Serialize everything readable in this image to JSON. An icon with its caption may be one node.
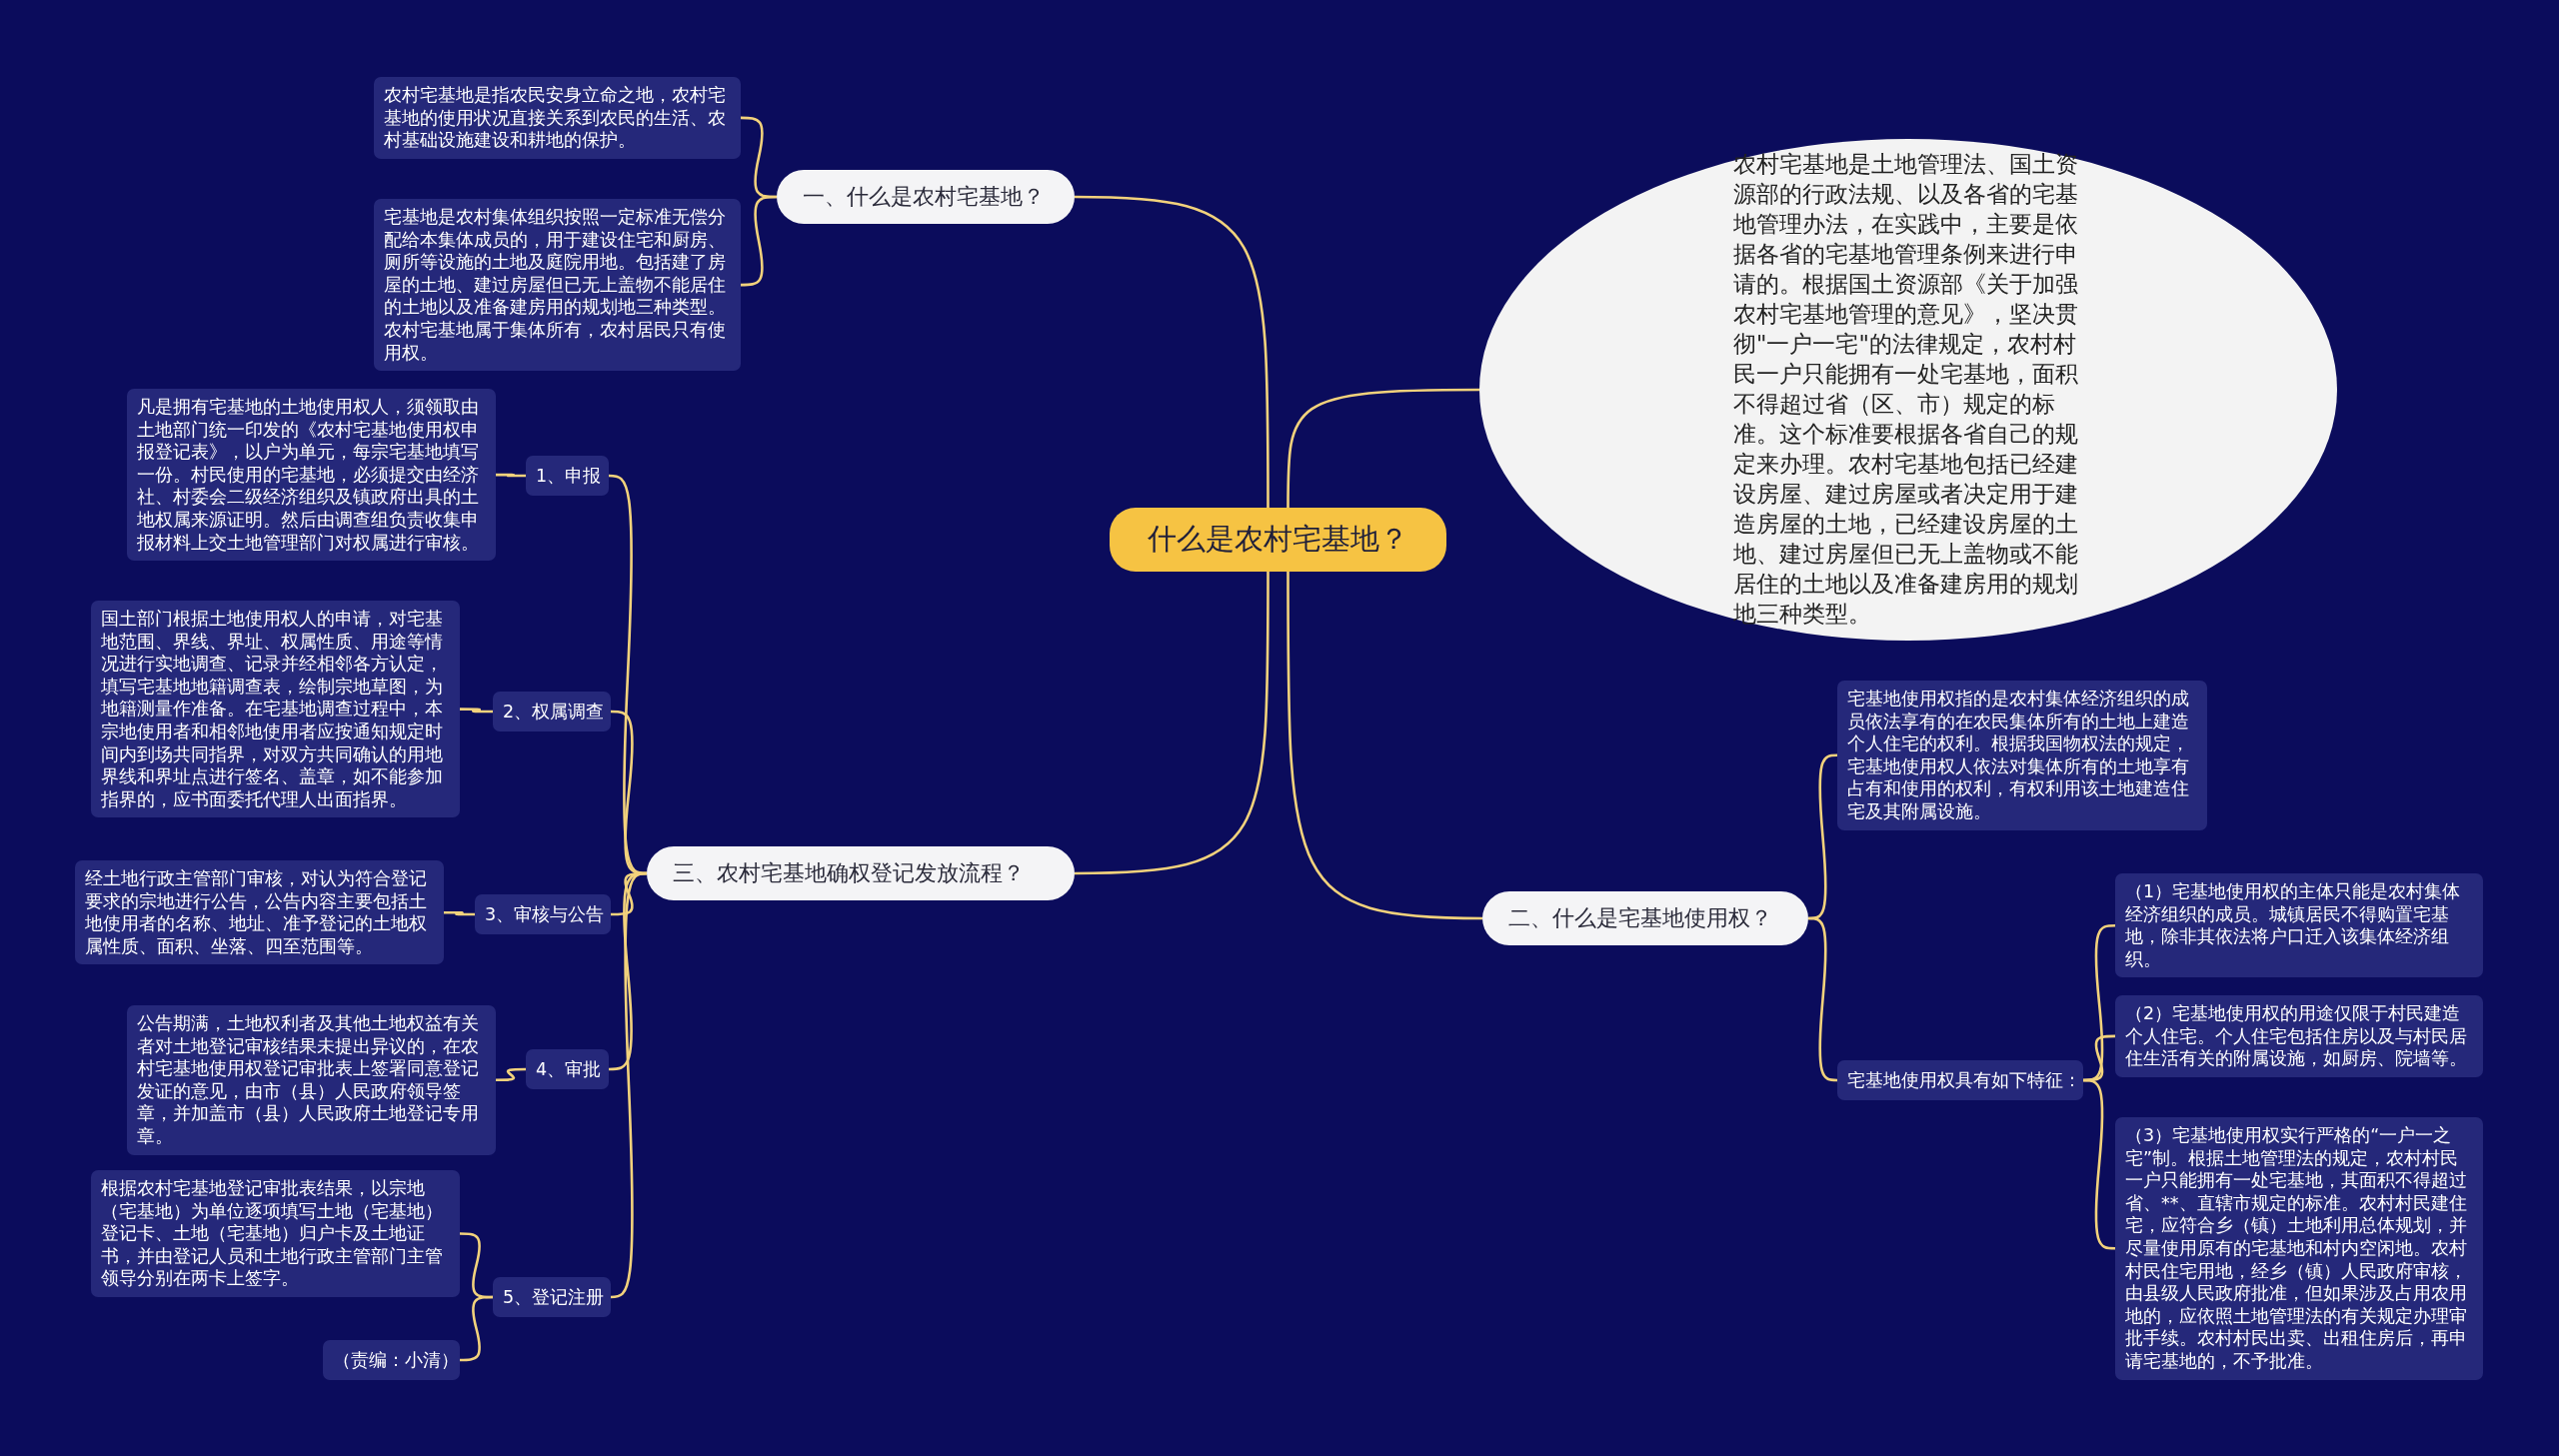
{
  "diagram": {
    "nodes": [
      {
        "text": [
          "什么是农村宅基地？"
        ]
      },
      {
        "text": [
          "一、什么是农村宅基地？"
        ]
      },
      {
        "text": [
          "农村宅基地是指农民安身立命之地，农村宅基地的使用状况直接关系到农民的生活、农村基础设施建设和耕地的保护。"
        ]
      },
      {
        "text": [
          "宅基地是农村集体组织按照一定标准无偿分配给本集体成员的，用于建设住宅和厨房、厕所等设施的土地及庭院用地。包括建了房屋的土地、建过房屋但已无上盖物不能居住的土地以及准备建房用的规划地三种类型。农村宅基地属于集体所有，农村居民只有使用权。"
        ]
      },
      {
        "text": [
          "农村宅基地是土地管理法、国土资源部的行政法规、以及各省的宅基地管理办法，在实践中，主要是依据各省的宅基地管理条例来进行申请的。根据国土资源部《关于加强农村宅基地管理的意见》，坚决贯彻\"一户一宅\"的法律规定，农村村民一户只能拥有一处宅基地，面积不得超过省（区、市）规定的标准。这个标准要根据各省自己的规定来办理。农村宅基地包括已经建设房屋、建过房屋或者决定用于建造房屋的土地，已经建设房屋的土地、建过房屋但已无上盖物或不能居住的土地以及准备建房用的规划地三种类型。"
        ]
      },
      {
        "text": [
          "三、农村宅基地确权登记发放流程？"
        ]
      },
      {
        "text": [
          "1、申报"
        ]
      },
      {
        "text": [
          "凡是拥有宅基地的土地使用权人，须领取由土地部门统一印发的《农村宅基地使用权申报登记表》，以户为单元，每宗宅基地填写一份。村民使用的宅基地，必须提交由经济社、村委会二级经济组织及镇政府出具的土地权属来源证明。然后由调查组负责收集申报材料上交土地管理部门对权属进行审核。"
        ]
      },
      {
        "text": [
          "2、权属调查"
        ]
      },
      {
        "text": [
          "国土部门根据土地使用权人的申请，对宅基地范围、界线、界址、权属性质、用途等情况进行实地调查、记录并经相邻各方认定，填写宅基地地籍调查表，绘制宗地草图，为地籍测量作准备。在宅基地调查过程中，本宗地使用者和相邻地使用者应按通知规定时间内到场共同指界，对双方共同确认的用地界线和界址点进行签名、盖章，如不能参加指界的，应书面委托代理人出面指界。"
        ]
      },
      {
        "text": [
          "3、审核与公告"
        ]
      },
      {
        "text": [
          "经土地行政主管部门审核，对认为符合登记要求的宗地进行公告，公告内容主要包括土地使用者的名称、地址、准予登记的土地权属性质、面积、坐落、四至范围等。"
        ]
      },
      {
        "text": [
          "4、审批"
        ]
      },
      {
        "text": [
          "公告期满，土地权利者及其他土地权益有关者对土地登记审核结果未提出异议的，在农村宅基地使用权登记审批表上签署同意登记发证的意见，由市（县）人民政府领导签章，并加盖市（县）人民政府土地登记专用章。"
        ]
      },
      {
        "text": [
          "5、登记注册"
        ]
      },
      {
        "text": [
          "根据农村宅基地登记审批表结果，以宗地（宅基地）为单位逐项填写土地（宅基地）登记卡、土地（宅基地）归户卡及土地证书，并由登记人员和土地行政主管部门主管领导分别在两卡上签字。"
        ]
      },
      {
        "text": [
          "（责编：小清）"
        ]
      },
      {
        "text": [
          "二、什么是宅基地使用权？"
        ]
      },
      {
        "text": [
          "宅基地使用权指的是农村集体经济组织的成员依法享有的在农民集体所有的土地上建造个人住宅的权利。根据我国物权法的规定，宅基地使用权人依法对集体所有的土地享有占有和使用的权利，有权利用该土地建造住宅及其附属设施。"
        ]
      },
      {
        "text": [
          "宅基地使用权具有如下特征："
        ]
      },
      {
        "text": [
          "（1）宅基地使用权的主体只能是农村集体经济组织的成员。城镇居民不得购置宅基地，除非其依法将户口迁入该集体经济组织。"
        ]
      },
      {
        "text": [
          "（2）宅基地使用权的用途仅限于村民建造个人住宅。个人住宅包括住房以及与村民居住生活有关的附属设施，如厨房、院墙等。"
        ]
      },
      {
        "text": [
          "（3）宅基地使用权实行严格的“一户一之宅”制。根据土地管理法的规定，农村村民一户只能拥有一处宅基地，其面积不得超过省、**、直辖市规定的标准。农村村民建住宅，应符合乡（镇）土地利用总体规划，并尽量使用原有的宅基地和村内空闲地。农村村民住宅用地，经乡（镇）人民政府审核，由县级人民政府批准，但如果涉及占用农用地的，应依照土地管理法的有关规定办理审批手续。农村村民出卖、出租住房后，再申请宅基地的，不予批准。"
        ]
      }
    ],
    "edges": [
      {
        "from": 0,
        "to": 1,
        "arrow": "none"
      },
      {
        "from": 0,
        "to": 4,
        "arrow": "none"
      },
      {
        "from": 0,
        "to": 5,
        "arrow": "none"
      },
      {
        "from": 0,
        "to": 17,
        "arrow": "none"
      },
      {
        "from": 1,
        "to": 2,
        "arrow": "none"
      },
      {
        "from": 1,
        "to": 3,
        "arrow": "none"
      },
      {
        "from": 5,
        "to": 6,
        "arrow": "none"
      },
      {
        "from": 5,
        "to": 8,
        "arrow": "none"
      },
      {
        "from": 5,
        "to": 10,
        "arrow": "none"
      },
      {
        "from": 5,
        "to": 12,
        "arrow": "none"
      },
      {
        "from": 5,
        "to": 14,
        "arrow": "none"
      },
      {
        "from": 6,
        "to": 7,
        "arrow": "none"
      },
      {
        "from": 8,
        "to": 9,
        "arrow": "none"
      },
      {
        "from": 10,
        "to": 11,
        "arrow": "none"
      },
      {
        "from": 12,
        "to": 13,
        "arrow": "none"
      },
      {
        "from": 14,
        "to": 15,
        "arrow": "none"
      },
      {
        "from": 14,
        "to": 16,
        "arrow": "none"
      },
      {
        "from": 17,
        "to": 18,
        "arrow": "none"
      },
      {
        "from": 17,
        "to": 19,
        "arrow": "none"
      },
      {
        "from": 19,
        "to": 20,
        "arrow": "none"
      },
      {
        "from": 19,
        "to": 21,
        "arrow": "none"
      },
      {
        "from": 19,
        "to": 22,
        "arrow": "none"
      }
    ]
  }
}
